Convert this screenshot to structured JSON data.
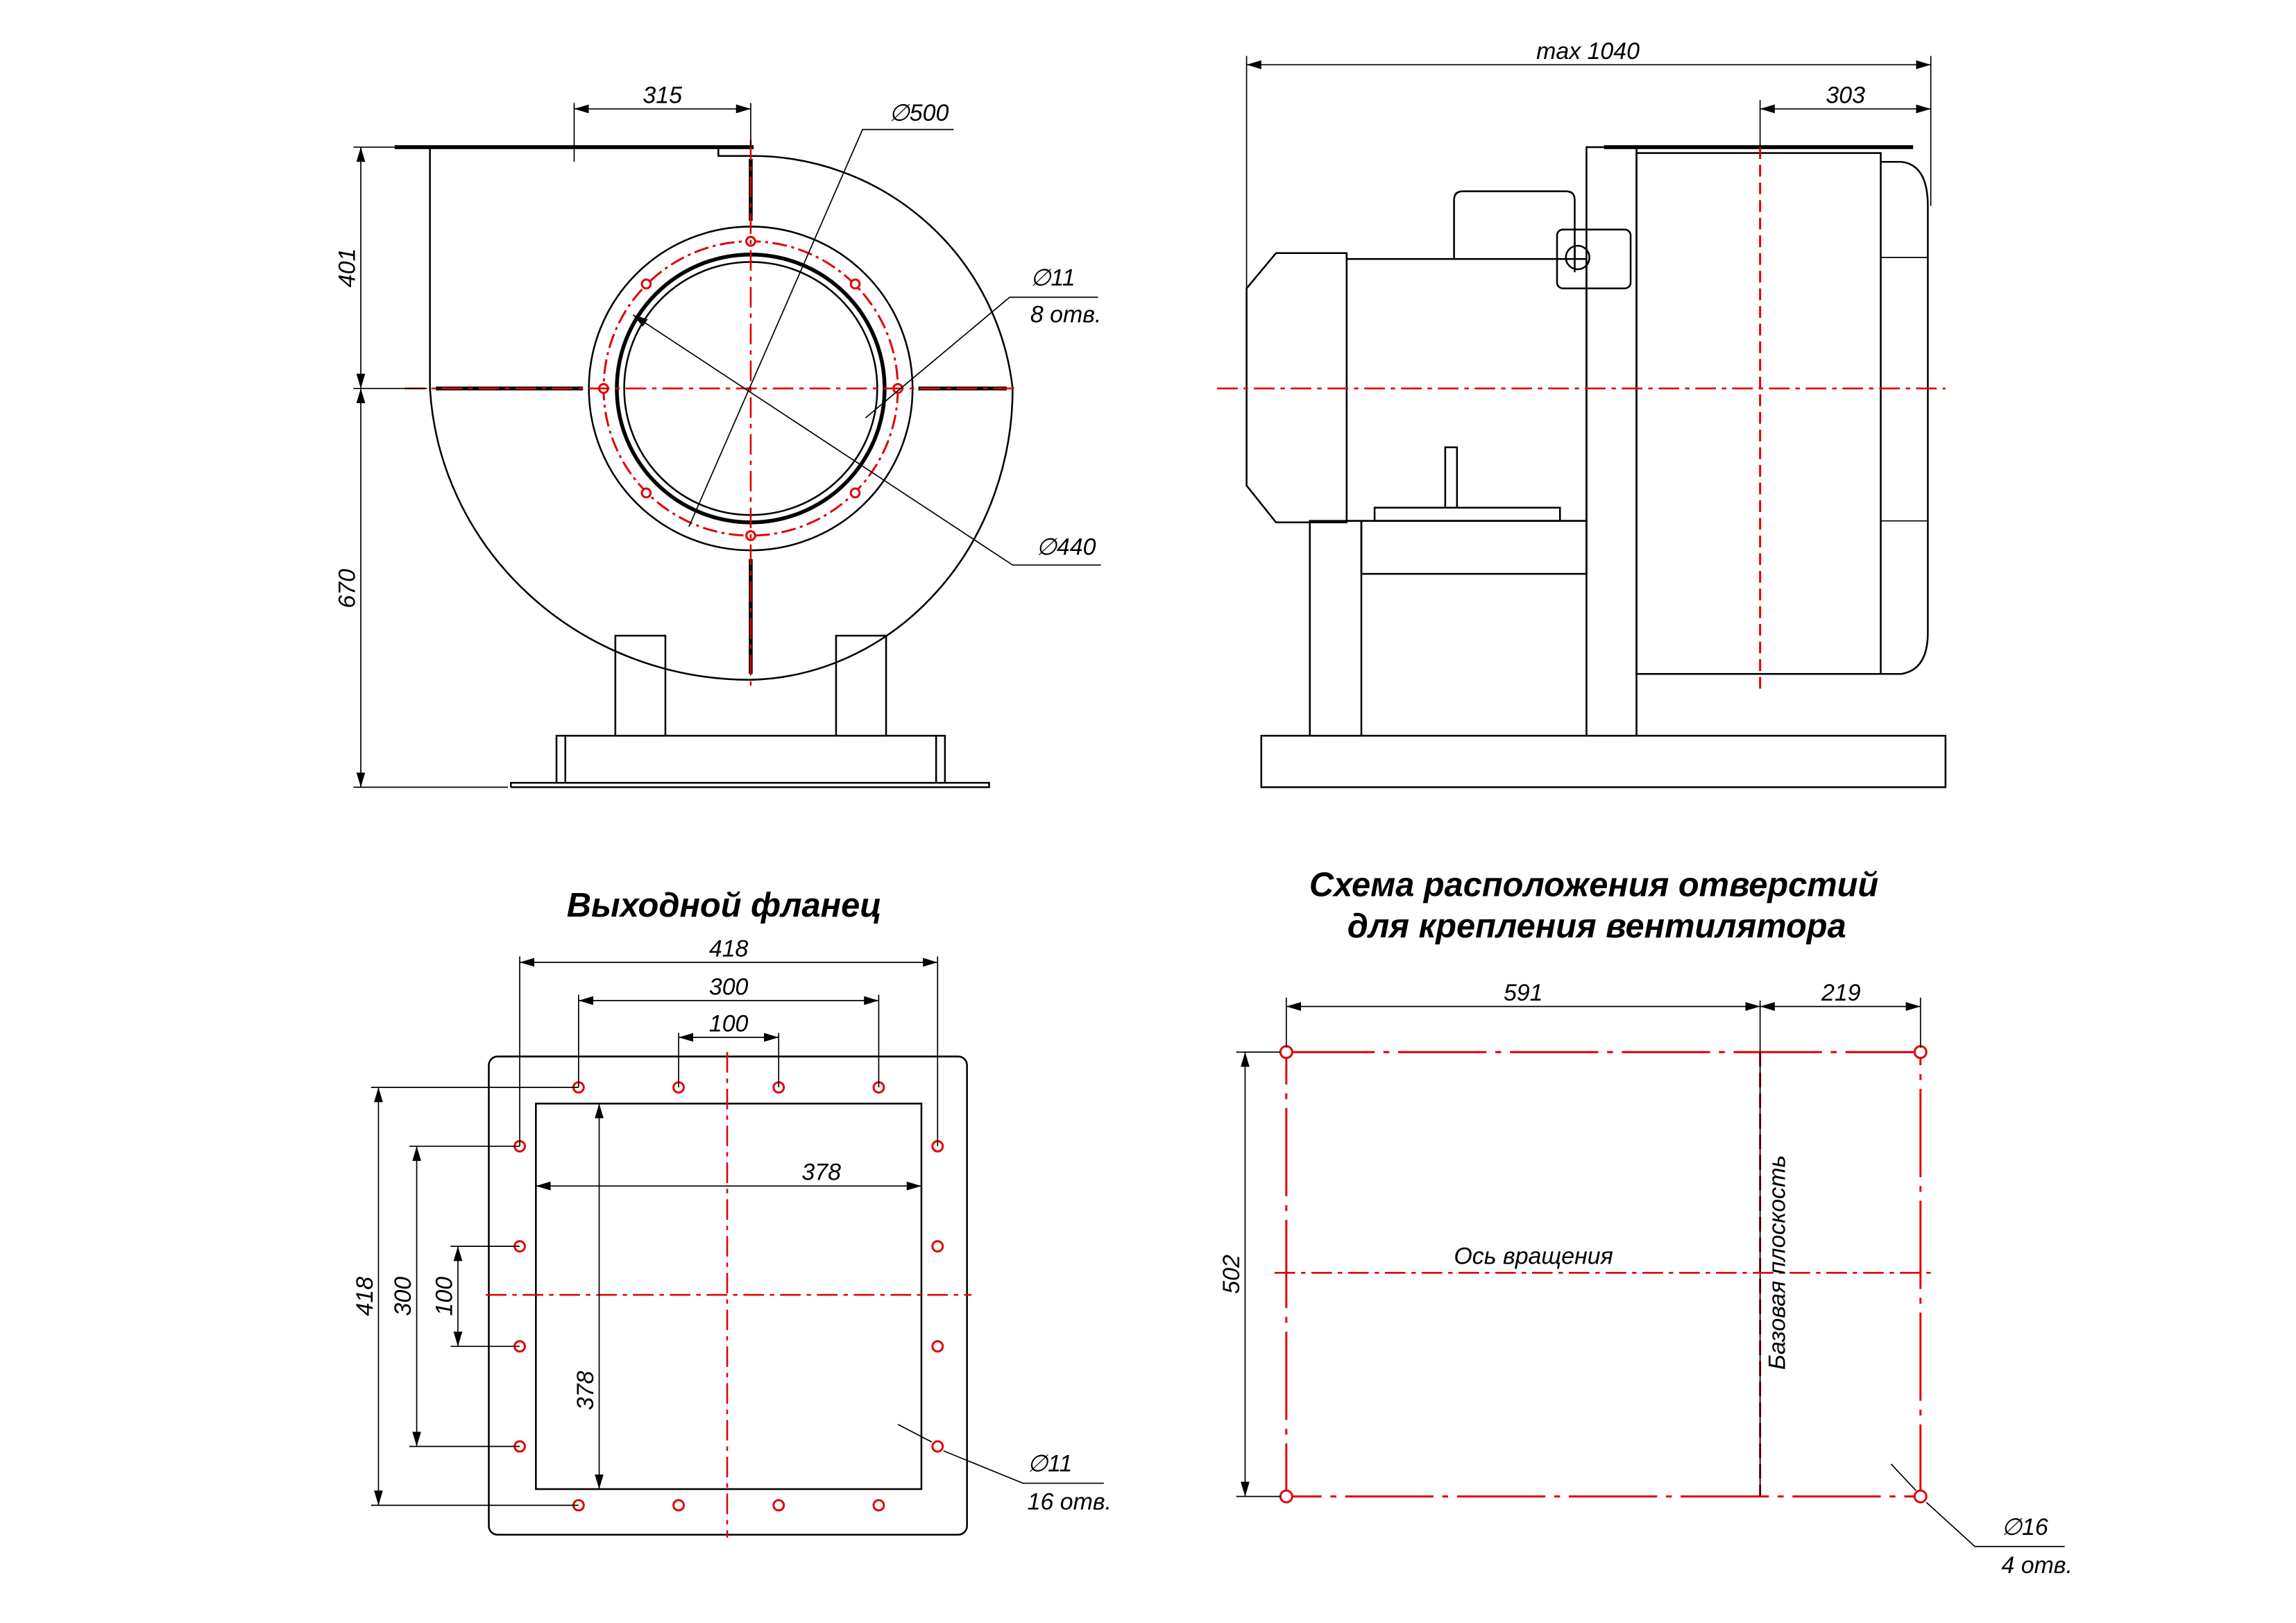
{
  "front_view": {
    "dim_width": "315",
    "dim_dia_outer": "∅500",
    "dim_dia_inner": "∅440",
    "dim_hole": "∅11",
    "dim_hole_count": "8 отв.",
    "dim_upper": "401",
    "dim_lower": "670"
  },
  "side_view": {
    "dim_total": "max 1040",
    "dim_right": "303"
  },
  "outlet_flange": {
    "title": "Выходной фланец",
    "dim_418_h": "418",
    "dim_300_h": "300",
    "dim_100_h": "100",
    "dim_378_h": "378",
    "dim_418_v": "418",
    "dim_300_v": "300",
    "dim_100_v": "100",
    "dim_378_v": "378",
    "dim_hole": "∅11",
    "dim_hole_count": "16 отв."
  },
  "mount_scheme": {
    "title_line1": "Схема расположения отверстий",
    "title_line2": "для крепления вентилятора",
    "dim_591": "591",
    "dim_219": "219",
    "dim_502": "502",
    "axis_label": "Ось вращения",
    "base_plane_label": "Базовая плоскость",
    "dim_hole": "∅16",
    "dim_hole_count": "4 отв."
  },
  "colors": {
    "line": "#000000",
    "centerline": "#e00000"
  }
}
